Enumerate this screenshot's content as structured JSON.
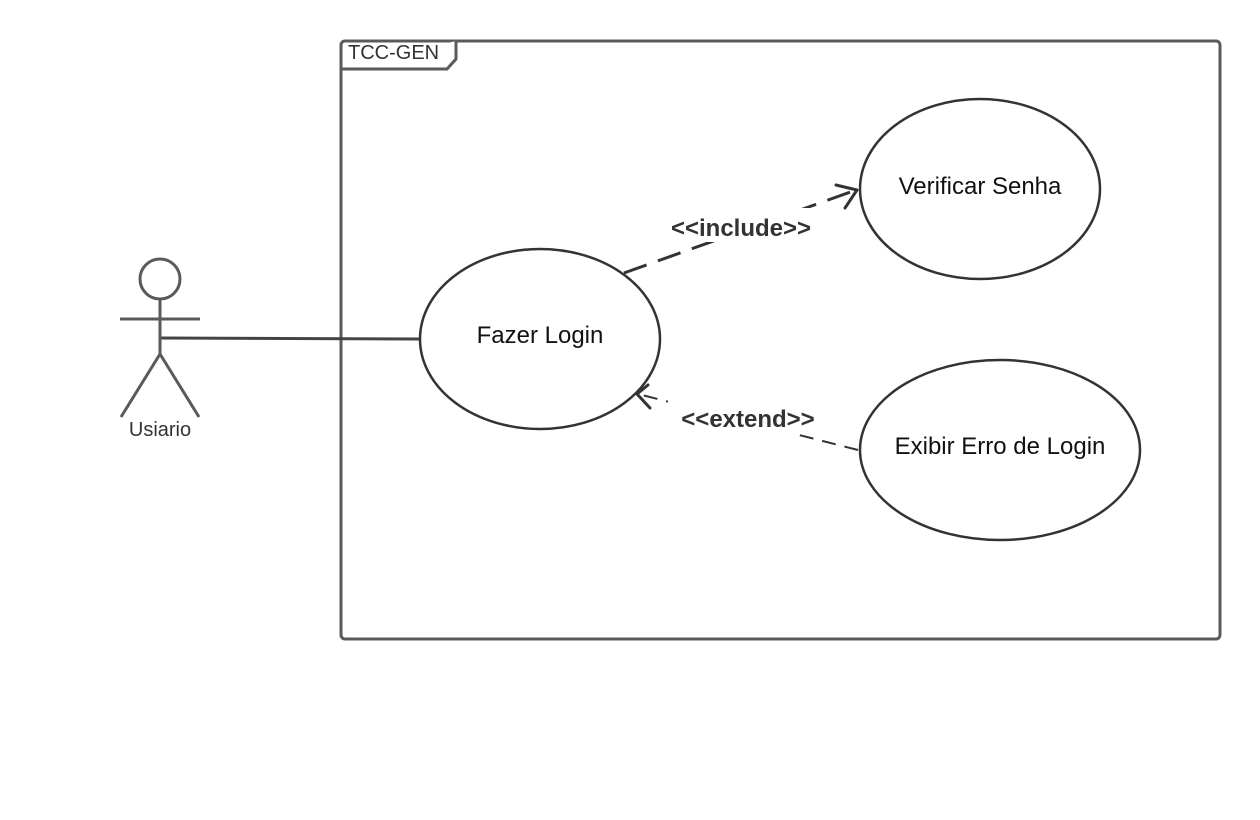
{
  "system": {
    "name": "TCC-GEN"
  },
  "actor": {
    "name": "Usiario"
  },
  "use_cases": {
    "login": "Fazer Login",
    "verify": "Verificar Senha",
    "error": "Exibir Erro de Login"
  },
  "relations": {
    "include": "<<include>>",
    "extend": "<<extend>>"
  },
  "colors": {
    "stroke": "#5a5a5a",
    "text": "#111111"
  }
}
